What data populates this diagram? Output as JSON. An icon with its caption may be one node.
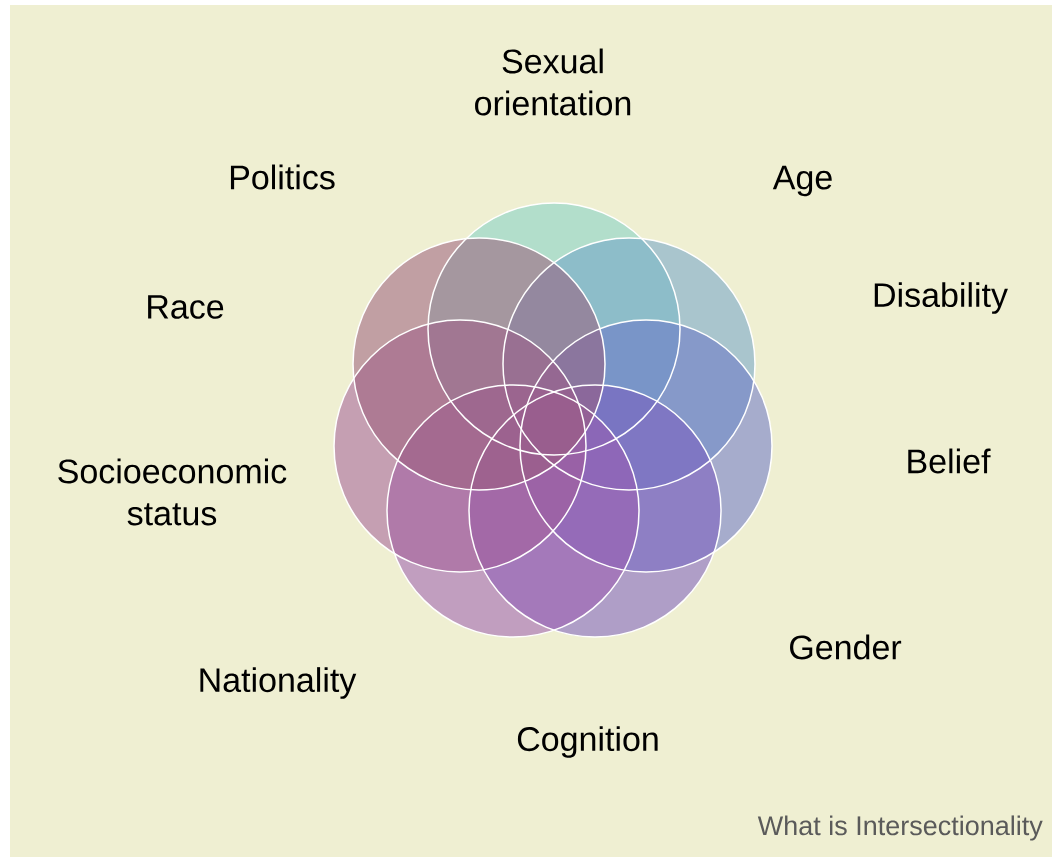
{
  "diagram": {
    "labels": [
      "Sexual orientation",
      "Politics",
      "Age",
      "Race",
      "Disability",
      "Belief",
      "Socioeconomic status",
      "Gender",
      "Nationality",
      "Cognition"
    ],
    "caption": "What is Intersectionality"
  }
}
